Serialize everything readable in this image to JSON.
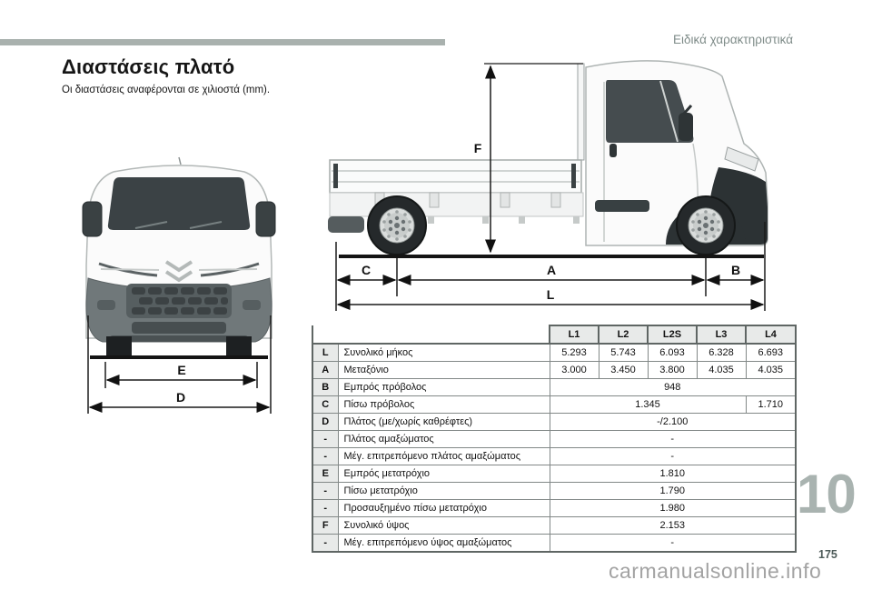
{
  "page": {
    "header": "Ειδικά χαρακτηριστικά",
    "title": "Διαστάσεις πλατό",
    "subtitle": "Οι διαστάσεις αναφέρονται σε χιλιοστά (mm).",
    "chapter_number": "10",
    "page_number": "175",
    "watermark": "carmanualsonline.info"
  },
  "diagram": {
    "front_view": {
      "description": "front view of Citroën flatbed van",
      "labels": {
        "E": "E",
        "D": "D"
      }
    },
    "side_view": {
      "description": "side view of flatbed (platform) truck",
      "labels": {
        "F": "F",
        "C": "C",
        "A": "A",
        "B": "B",
        "L": "L"
      }
    }
  },
  "table": {
    "columns": [
      "L1",
      "L2",
      "L2S",
      "L3",
      "L4"
    ],
    "rows": [
      {
        "label": "L",
        "desc": "Συνολικό μήκος",
        "values": [
          "5.293",
          "5.743",
          "6.093",
          "6.328",
          "6.693"
        ]
      },
      {
        "label": "A",
        "desc": "Μεταξόνιο",
        "values": [
          "3.000",
          "3.450",
          "3.800",
          "4.035",
          "4.035"
        ]
      },
      {
        "label": "B",
        "desc": "Εμπρός πρόβολος",
        "merged": "948"
      },
      {
        "label": "C",
        "desc": "Πίσω πρόβολος",
        "merged4": "1.345",
        "l4": "1.710"
      },
      {
        "label": "D",
        "desc": "Πλάτος (με/χωρίς καθρέφτες)",
        "merged": "-/2.100"
      },
      {
        "label": "-",
        "desc": "Πλάτος αμαξώματος",
        "merged": "-"
      },
      {
        "label": "-",
        "desc": "Μέγ. επιτρεπόμενο πλάτος αμαξώματος",
        "merged": "-"
      },
      {
        "label": "E",
        "desc": "Εμπρός μετατρόχιο",
        "merged": "1.810"
      },
      {
        "label": "-",
        "desc": "Πίσω μετατρόχιο",
        "merged": "1.790"
      },
      {
        "label": "-",
        "desc": "Προσαυξημένο πίσω μετατρόχιο",
        "merged": "1.980"
      },
      {
        "label": "F",
        "desc": "Συνολικό ύψος",
        "merged": "2.153"
      },
      {
        "label": "-",
        "desc": "Μέγ. επιτρεπόμενο ύψος αμαξώματος",
        "merged": "-"
      }
    ]
  },
  "colors": {
    "accent-bar": "#a9b1ae",
    "header-text": "#7e8b88",
    "chapter": "#a9b3b0",
    "watermark": "#a3a3a3",
    "dark-trim": "#2c3234",
    "glass": "#454c4f"
  }
}
